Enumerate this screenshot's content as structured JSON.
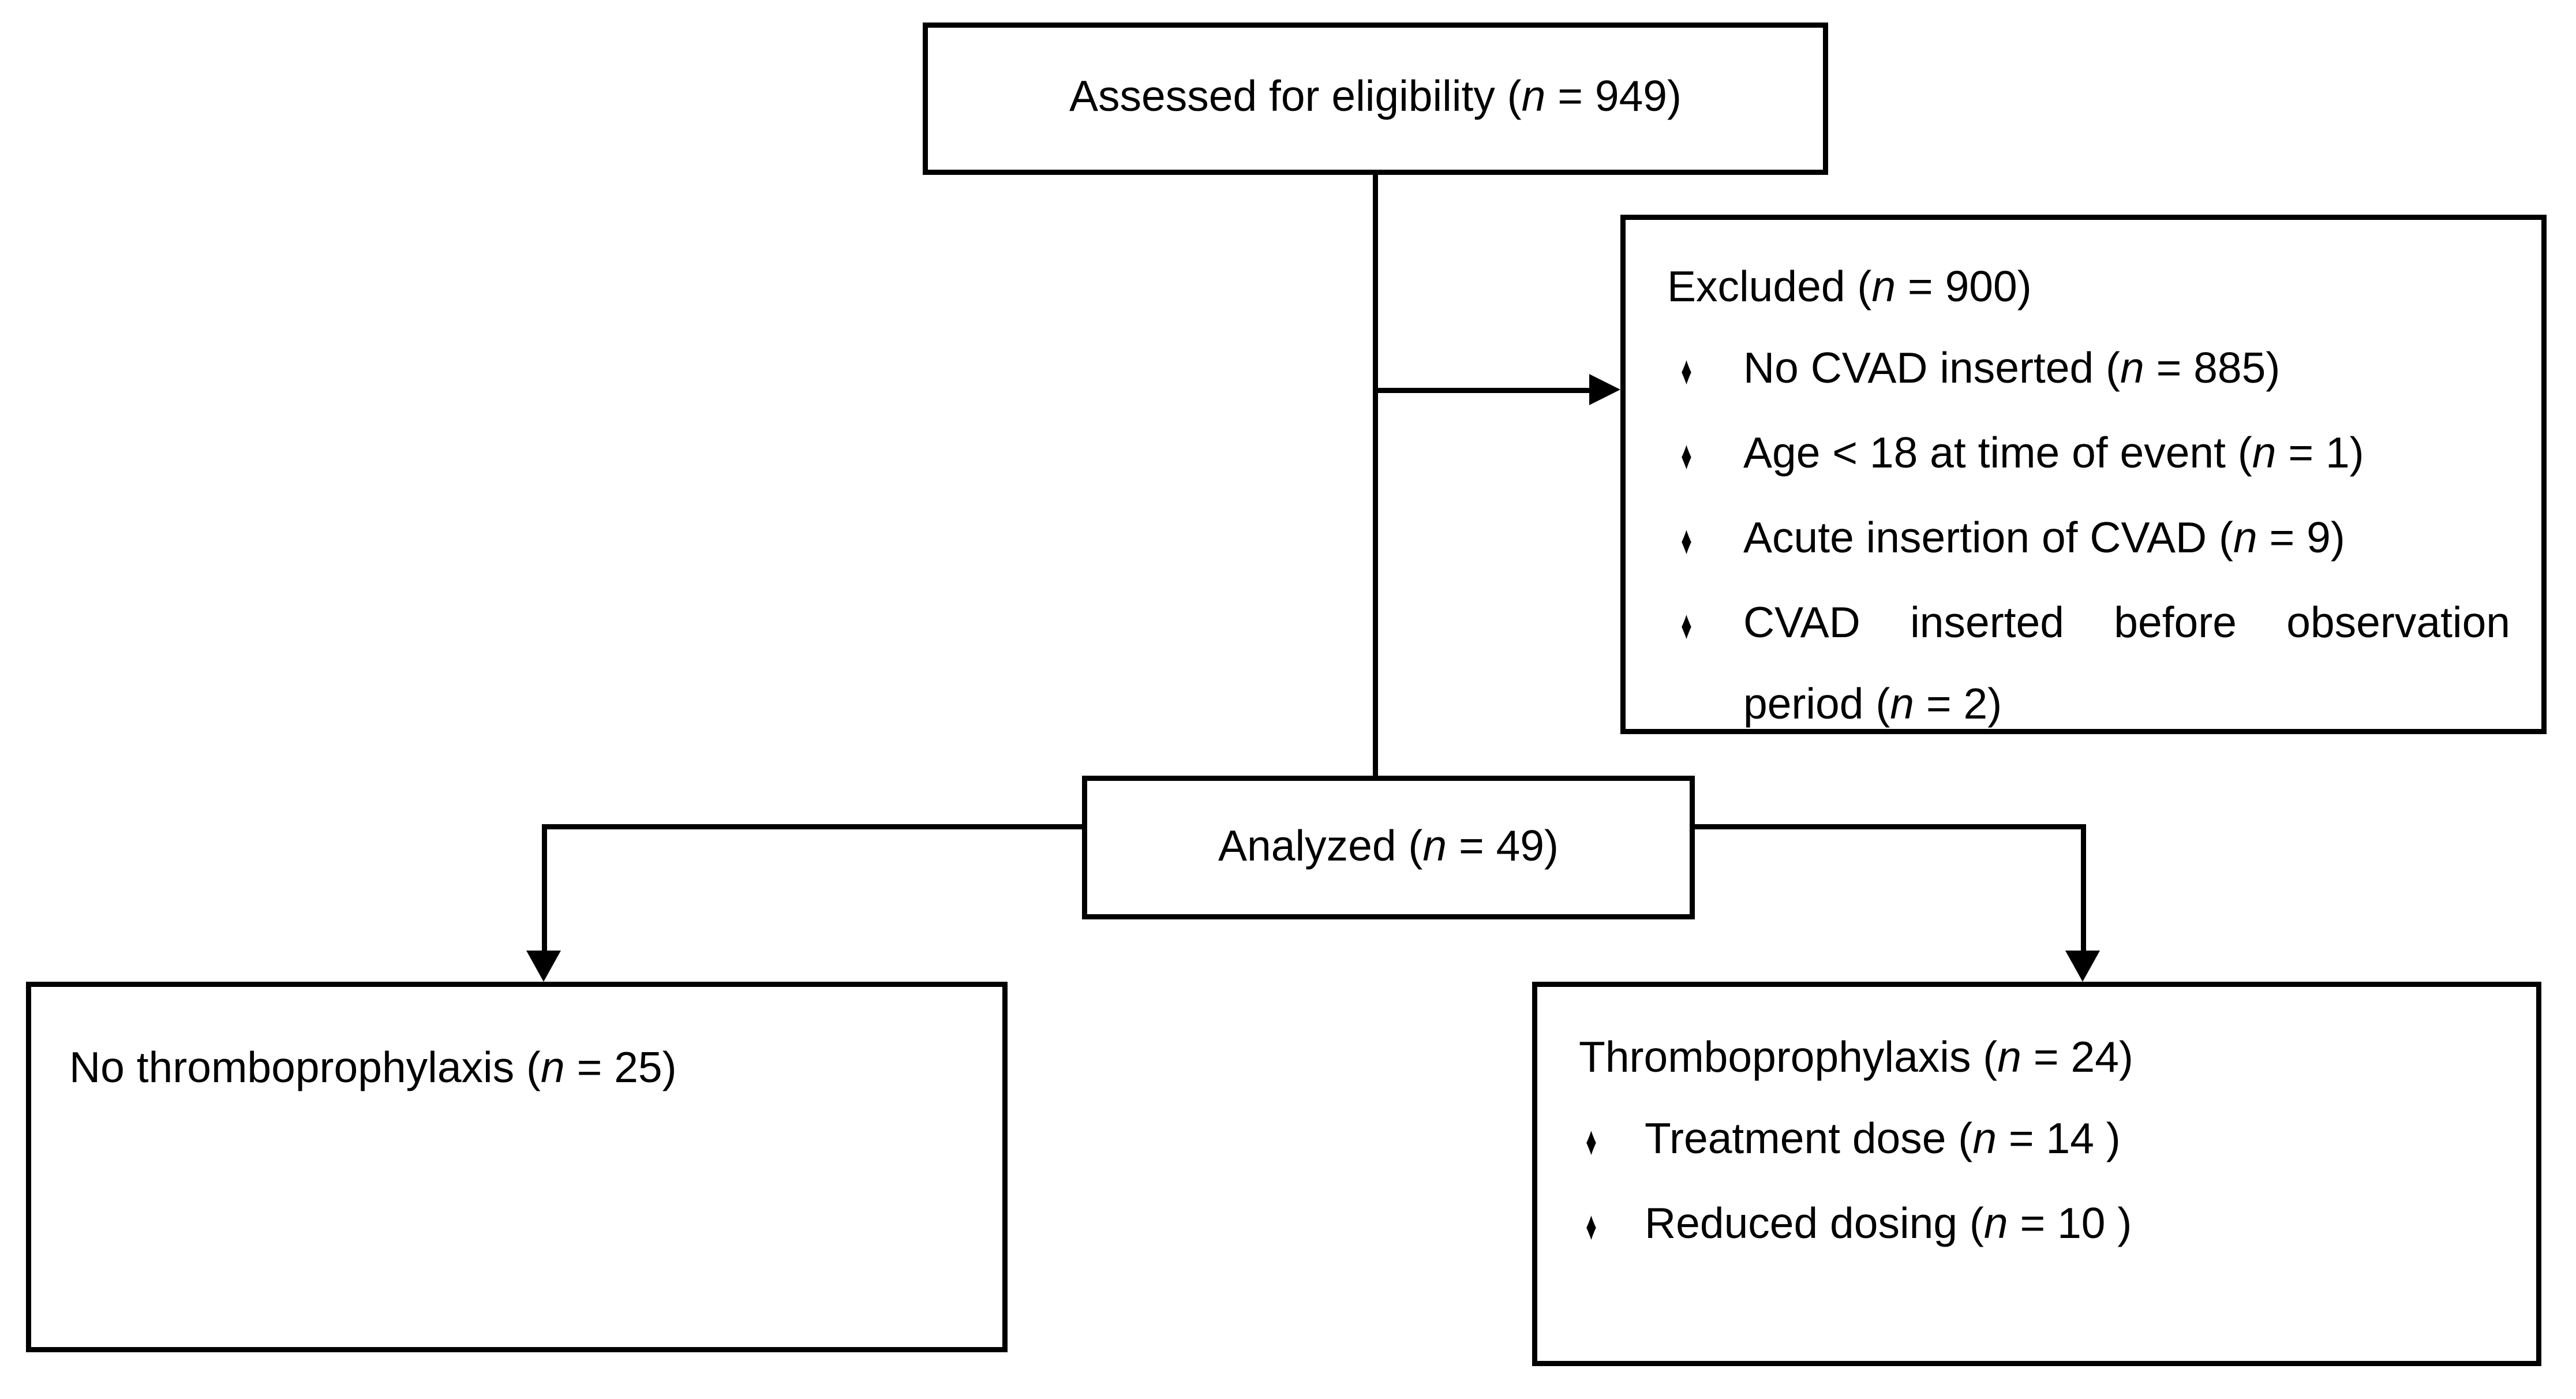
{
  "colors": {
    "ink": "#000000",
    "paper": "#ffffff"
  },
  "flow": {
    "assessed": {
      "label": "Assessed for eligibility (n = 949)"
    },
    "excluded": {
      "title": "Excluded (n = 900)",
      "bullet_glyph": "♦",
      "items": [
        "No CVAD inserted (n = 885)",
        "Age < 18 at time of event (n = 1)",
        "Acute insertion of CVAD (n = 9)",
        "CVAD inserted before observation period (n = 2)"
      ]
    },
    "analyzed": {
      "label": "Analyzed (n = 49)"
    },
    "no_prophylaxis": {
      "label": "No thromboprophylaxis (n = 25)"
    },
    "prophylaxis": {
      "title": "Thromboprophylaxis (n = 24)",
      "bullet_glyph": "♦",
      "items": [
        "Treatment dose (n = 14 )",
        "Reduced dosing (n = 10 )"
      ]
    }
  }
}
